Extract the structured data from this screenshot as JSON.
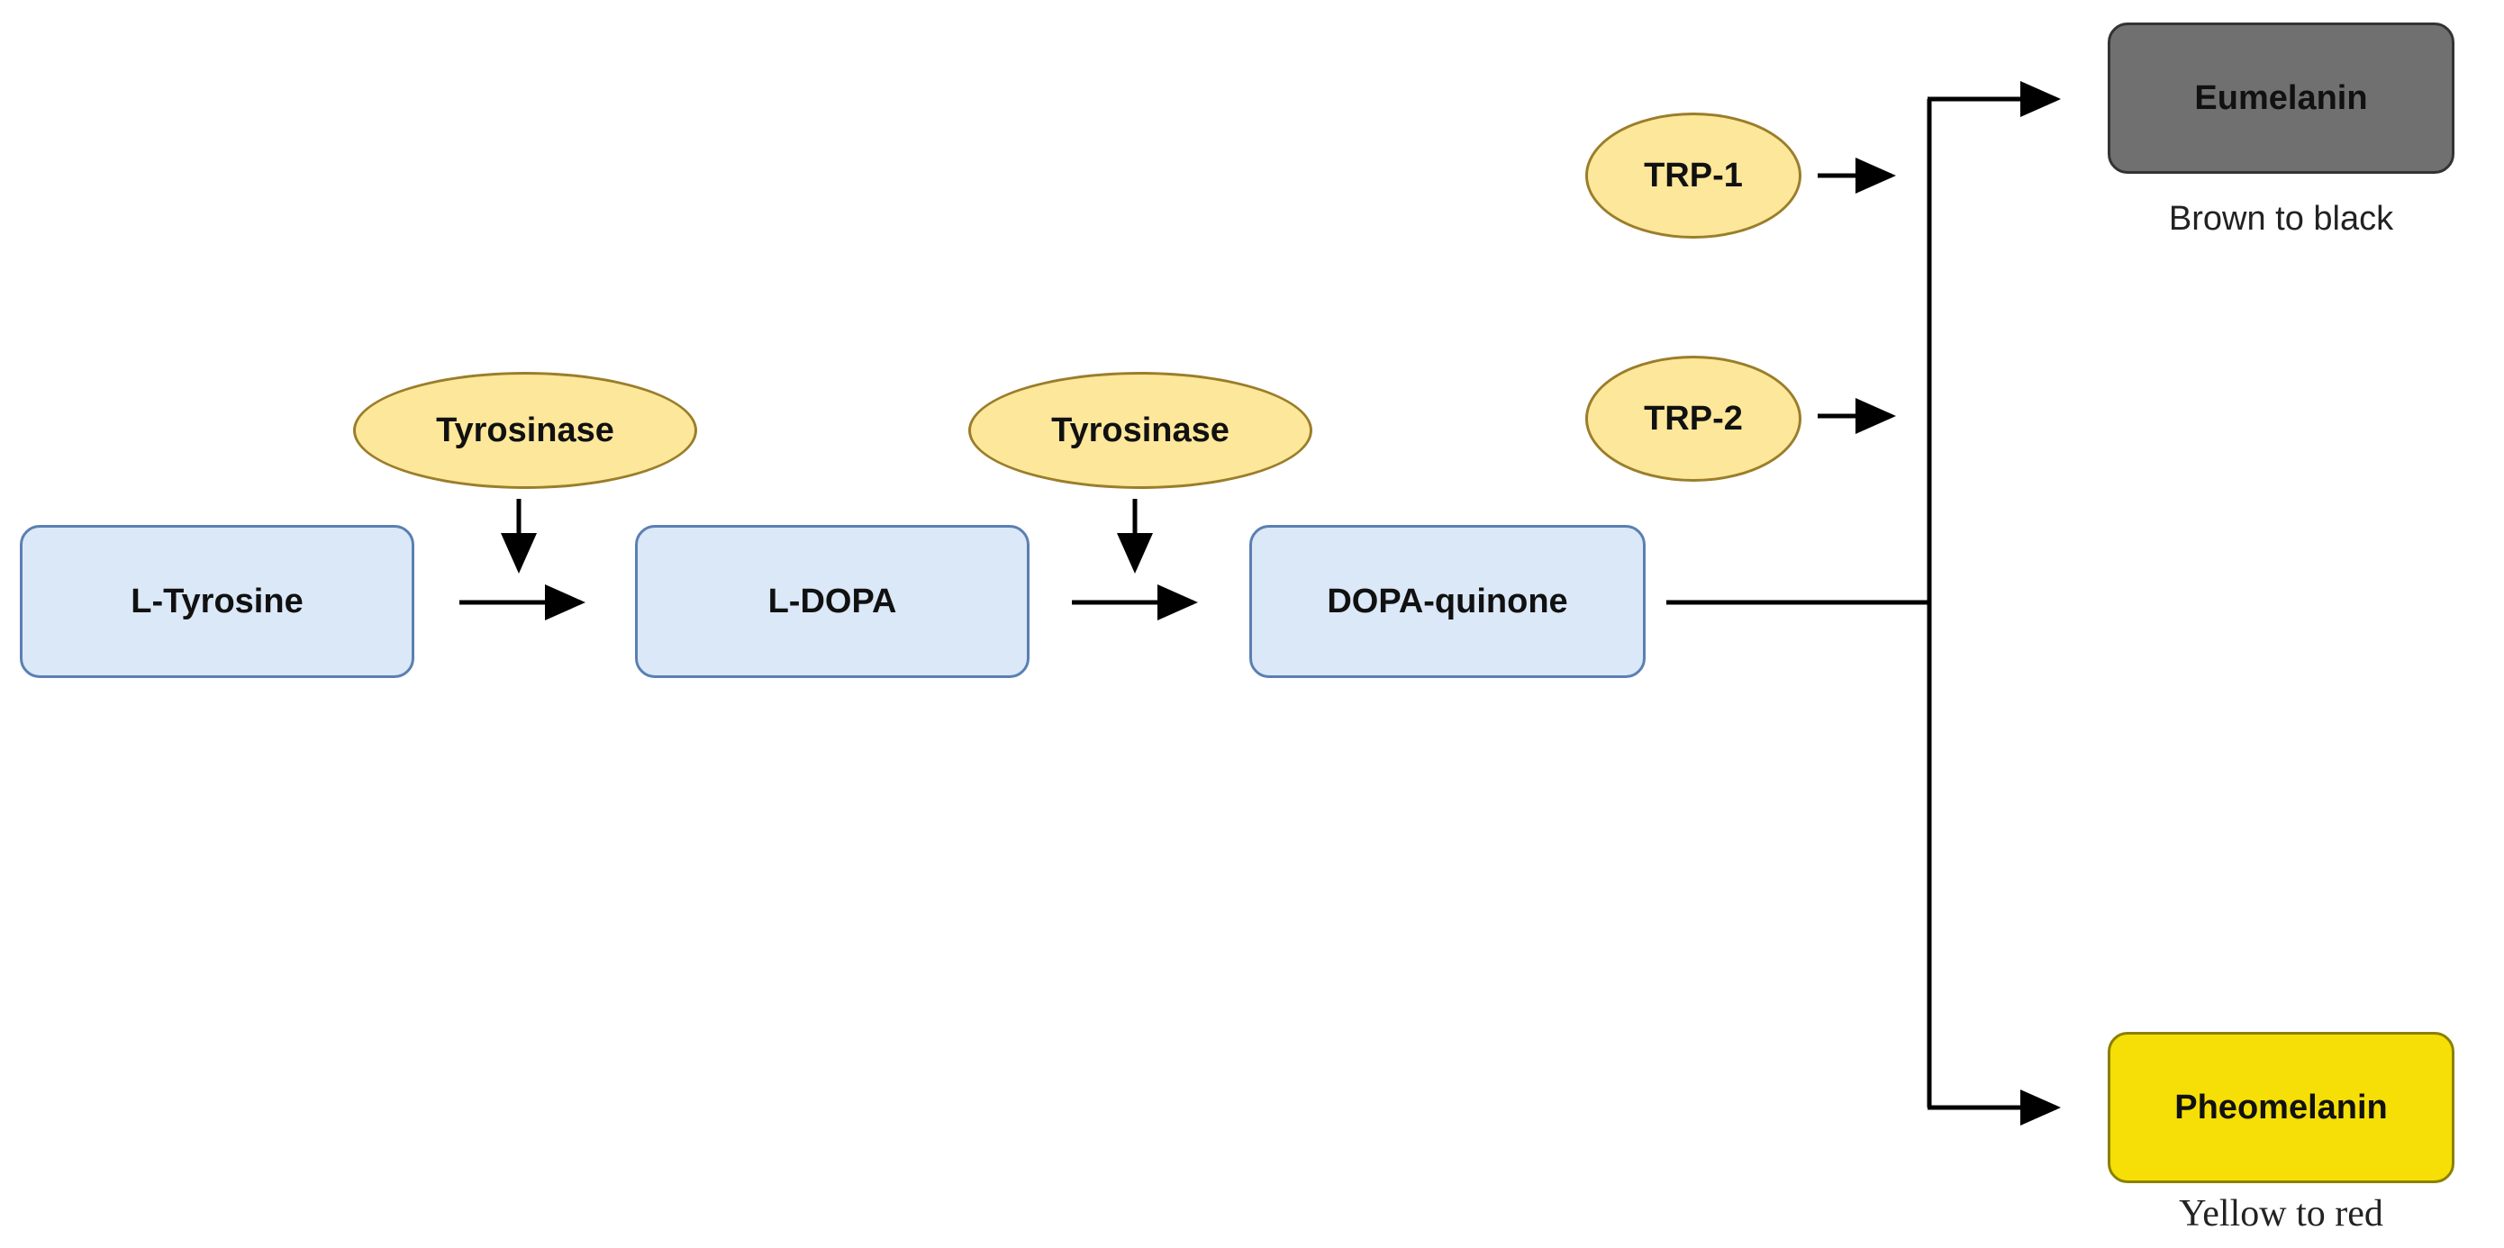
{
  "nodes": {
    "l_tyrosine": "L-Tyrosine",
    "l_dopa": "L-DOPA",
    "dopa_quinone": "DOPA-quinone",
    "eumelanin": "Eumelanin",
    "pheomelanin": "Pheomelanin"
  },
  "enzymes": {
    "tyrosinase_1": "Tyrosinase",
    "tyrosinase_2": "Tyrosinase",
    "trp1": "TRP-1",
    "trp2": "TRP-2"
  },
  "captions": {
    "eumelanin_color": "Brown to black",
    "pheomelanin_color": "Yellow to red"
  },
  "colors": {
    "substrate_fill": "#dae8f7",
    "substrate_border": "#5b7fb3",
    "enzyme_fill": "#fde79a",
    "enzyme_border": "#9b7d2a",
    "eumelanin_fill": "#707070",
    "pheomelanin_fill": "#f5df07",
    "arrow": "#000000"
  }
}
